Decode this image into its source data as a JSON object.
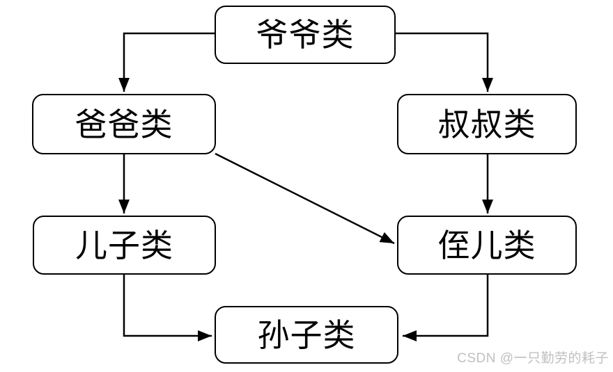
{
  "diagram": {
    "type": "flowchart",
    "title": "",
    "nodes": [
      {
        "id": "grandfather",
        "label": "爷爷类"
      },
      {
        "id": "father",
        "label": "爸爸类"
      },
      {
        "id": "uncle",
        "label": "叔叔类"
      },
      {
        "id": "son",
        "label": "儿子类"
      },
      {
        "id": "nephew",
        "label": "侄儿类"
      },
      {
        "id": "grandson",
        "label": "孙子类"
      }
    ],
    "edges": [
      {
        "from": "爷爷类",
        "to": "爸爸类",
        "style": "orthogonal-arrow"
      },
      {
        "from": "爷爷类",
        "to": "叔叔类",
        "style": "orthogonal-arrow"
      },
      {
        "from": "爸爸类",
        "to": "儿子类",
        "style": "straight-arrow"
      },
      {
        "from": "叔叔类",
        "to": "侄儿类",
        "style": "straight-arrow"
      },
      {
        "from": "爸爸类",
        "to": "侄儿类",
        "style": "diagonal-arrow"
      },
      {
        "from": "儿子类",
        "to": "孙子类",
        "style": "orthogonal-arrow"
      },
      {
        "from": "侄儿类",
        "to": "孙子类",
        "style": "orthogonal-arrow"
      }
    ]
  },
  "watermark": {
    "text": "CSDN @一只勤劳的耗子"
  },
  "colors": {
    "background": "#ffffff",
    "node_fill": "#ffffff",
    "node_border": "#000000",
    "node_text": "#000000",
    "edge": "#000000",
    "watermark": "#c0c0c0"
  }
}
